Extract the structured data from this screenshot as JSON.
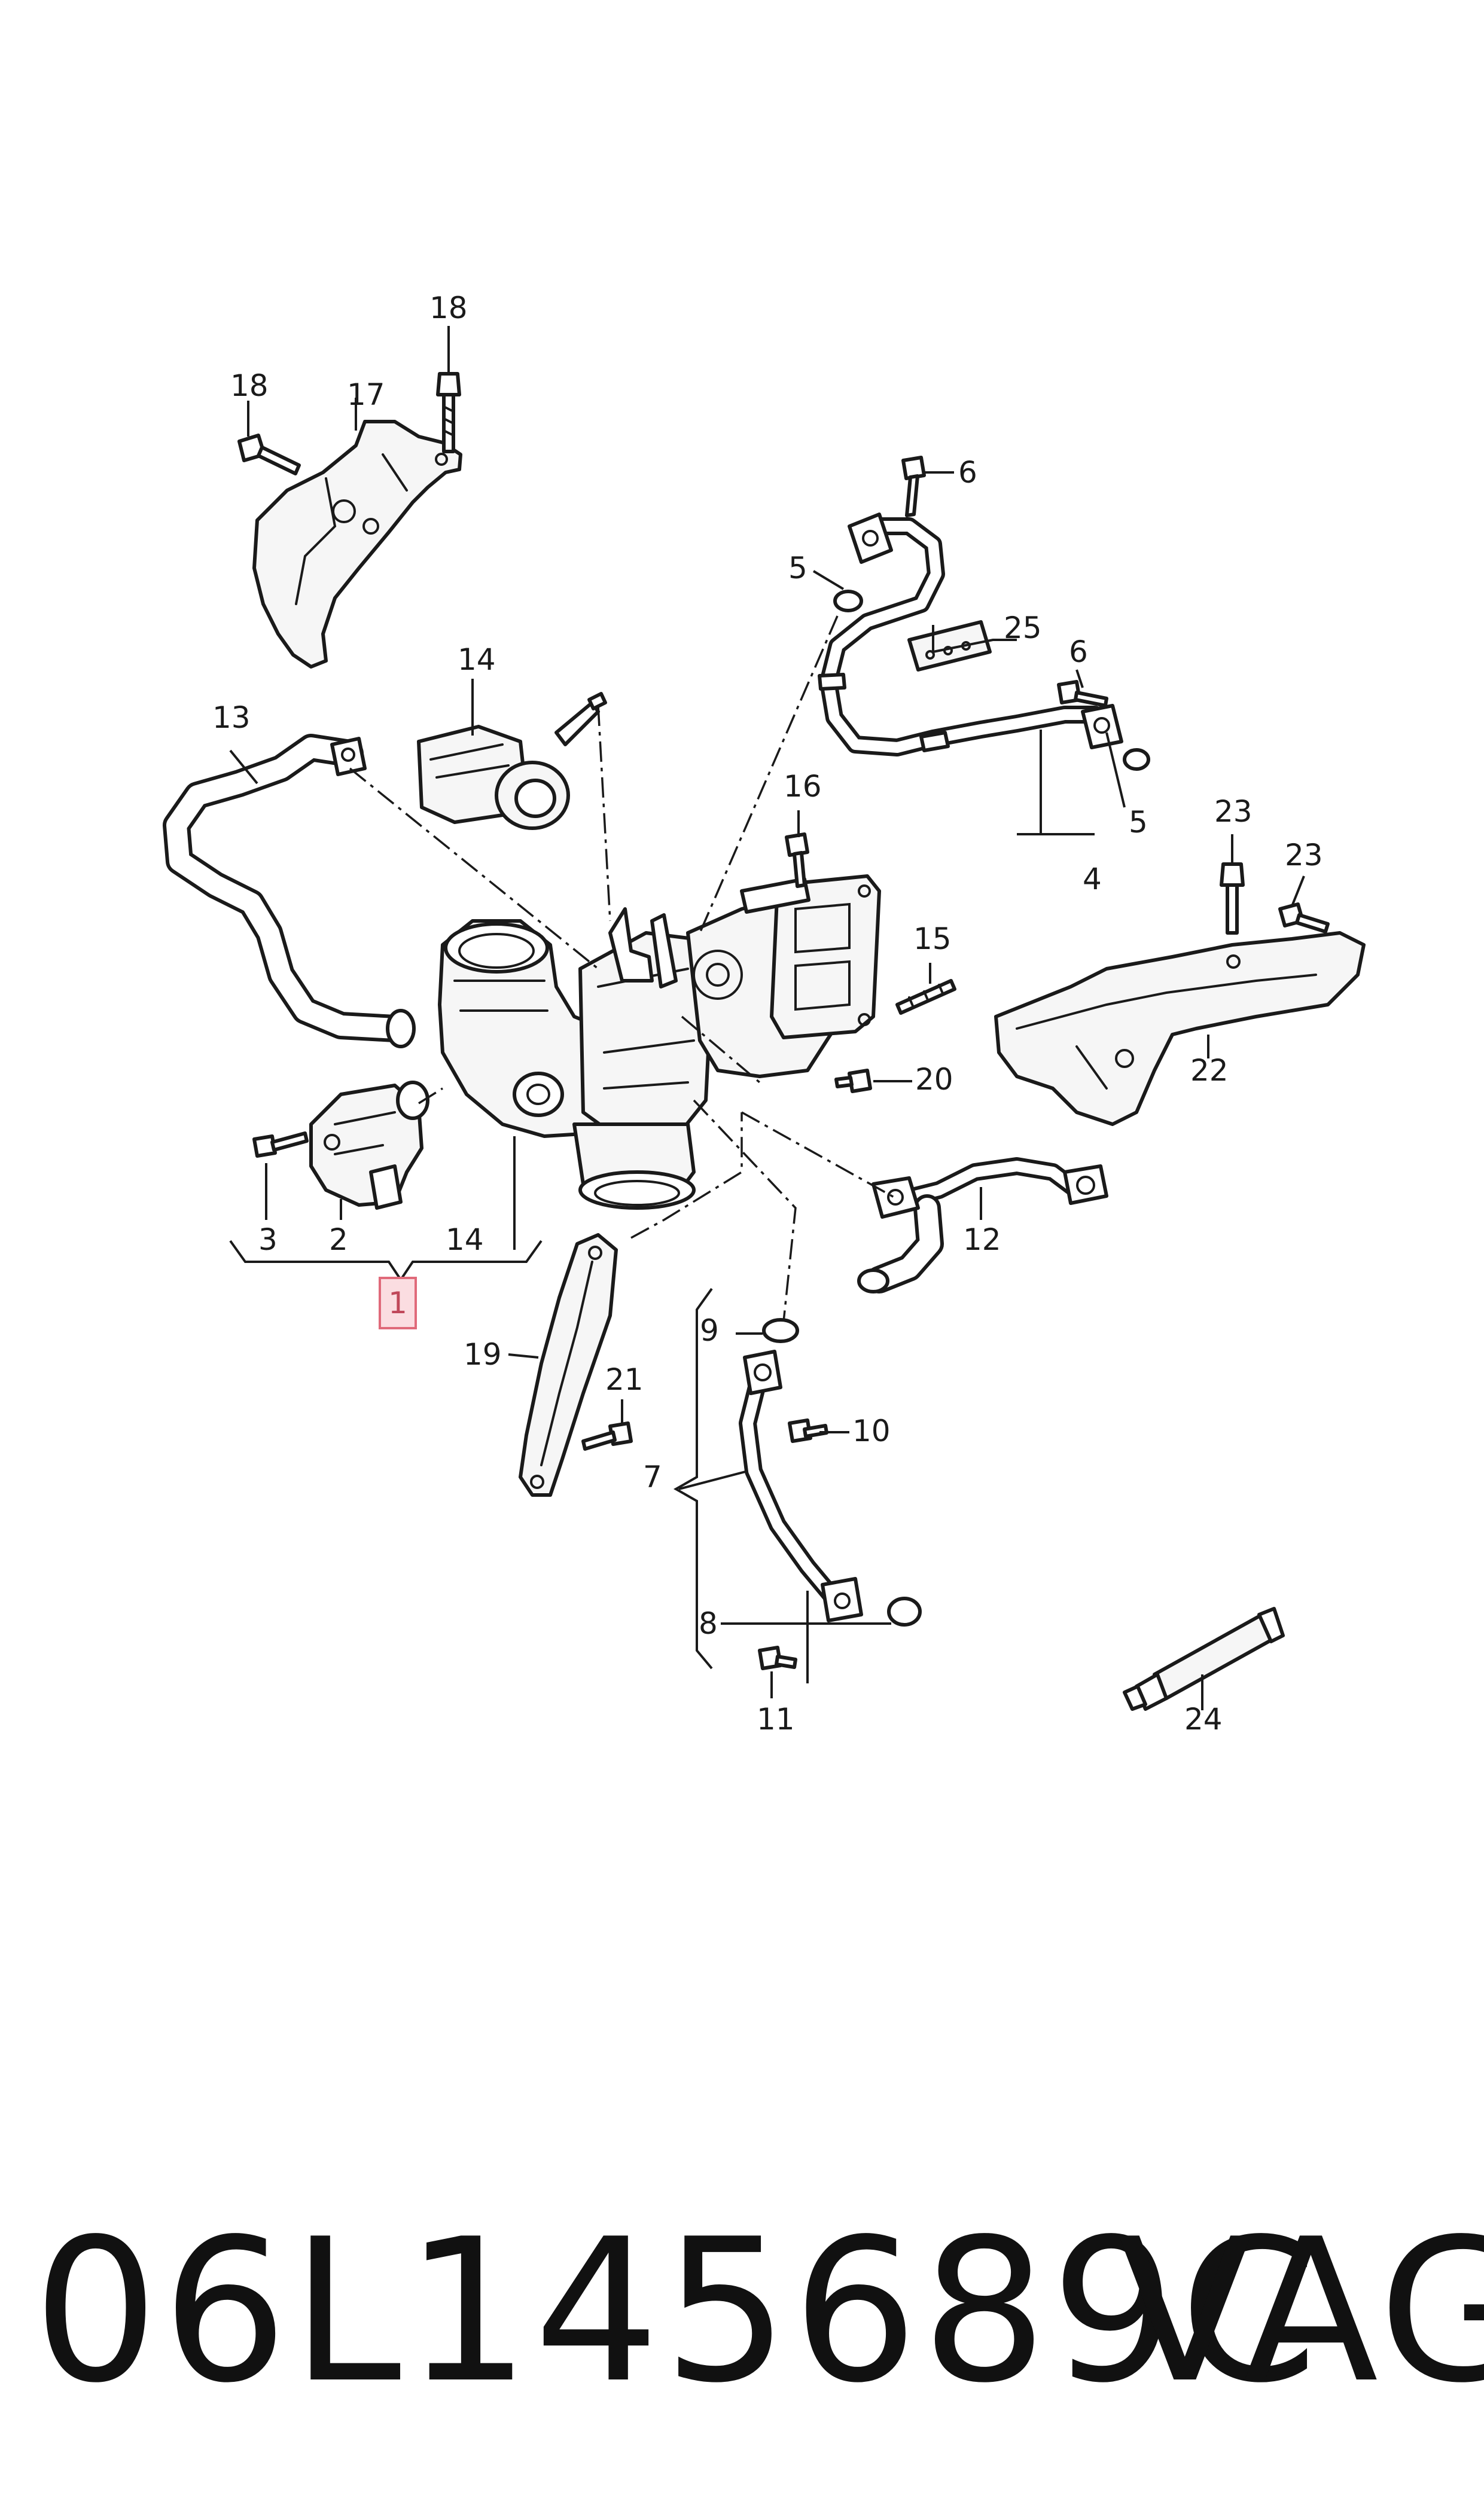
{
  "diagram": {
    "callouts": [
      {
        "id": "c18a",
        "text": "18"
      },
      {
        "id": "c18b",
        "text": "18"
      },
      {
        "id": "c17",
        "text": "17"
      },
      {
        "id": "c6a",
        "text": "6"
      },
      {
        "id": "c5a",
        "text": "5"
      },
      {
        "id": "c25",
        "text": "25"
      },
      {
        "id": "c6b",
        "text": "6"
      },
      {
        "id": "c5b",
        "text": "5"
      },
      {
        "id": "c4",
        "text": "4"
      },
      {
        "id": "c14a",
        "text": "14"
      },
      {
        "id": "c13",
        "text": "13"
      },
      {
        "id": "c16",
        "text": "16"
      },
      {
        "id": "c23a",
        "text": "23"
      },
      {
        "id": "c23b",
        "text": "23"
      },
      {
        "id": "c15",
        "text": "15"
      },
      {
        "id": "c20",
        "text": "20"
      },
      {
        "id": "c22",
        "text": "22"
      },
      {
        "id": "c3",
        "text": "3"
      },
      {
        "id": "c2",
        "text": "2"
      },
      {
        "id": "c14b",
        "text": "14"
      },
      {
        "id": "c12",
        "text": "12"
      },
      {
        "id": "c9",
        "text": "9"
      },
      {
        "id": "c19",
        "text": "19"
      },
      {
        "id": "c21",
        "text": "21"
      },
      {
        "id": "c10",
        "text": "10"
      },
      {
        "id": "c7",
        "text": "7"
      },
      {
        "id": "c8",
        "text": "8"
      },
      {
        "id": "c11",
        "text": "11"
      },
      {
        "id": "c24",
        "text": "24"
      }
    ],
    "highlighted_callout": "1",
    "highlight_color": "#fbdde1",
    "highlight_border_color": "#e06a7a"
  },
  "footer": {
    "part_number": "06L145689C",
    "brand": "VAG"
  }
}
